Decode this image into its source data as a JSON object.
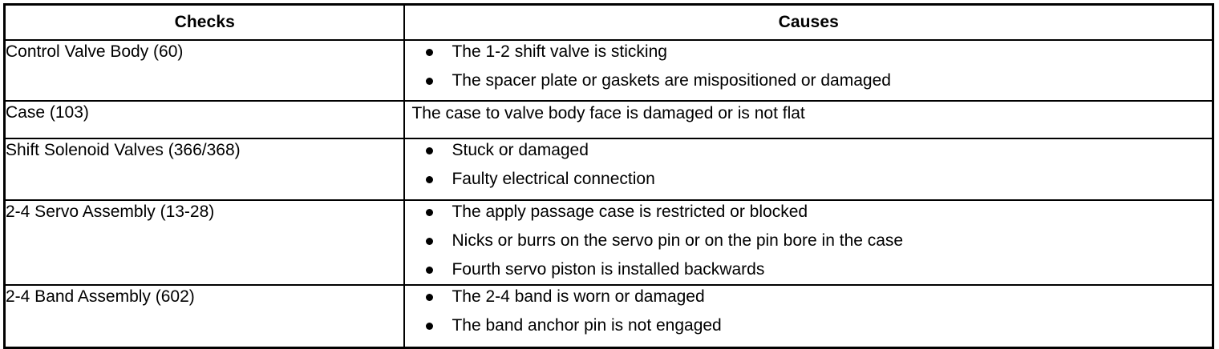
{
  "table": {
    "columns": [
      {
        "key": "checks",
        "header": "Checks",
        "align": "center"
      },
      {
        "key": "causes",
        "header": "Causes",
        "align": "center"
      }
    ],
    "border_color": "#000000",
    "background_color": "#ffffff",
    "text_color": "#000000",
    "bullet_glyph": "•",
    "rows": [
      {
        "check": "Control Valve Body (60)",
        "causes_type": "bullets",
        "causes": [
          "The 1-2 shift valve is sticking",
          "The spacer plate or gaskets are mispositioned or damaged"
        ]
      },
      {
        "check": "Case (103)",
        "causes_type": "plain",
        "causes": [
          "The case to valve body face is damaged or is not flat"
        ]
      },
      {
        "check": "Shift Solenoid Valves (366/368)",
        "causes_type": "bullets",
        "causes": [
          "Stuck or damaged",
          "Faulty electrical connection"
        ]
      },
      {
        "check": "2-4 Servo Assembly (13-28)",
        "causes_type": "bullets",
        "causes": [
          "The apply passage case is restricted or blocked",
          "Nicks or burrs on the servo pin or on the pin bore in the case",
          "Fourth servo piston is installed backwards"
        ]
      },
      {
        "check": "2-4 Band Assembly (602)",
        "causes_type": "bullets",
        "causes": [
          "The 2-4 band is worn or damaged",
          "The band anchor pin is not engaged"
        ]
      }
    ]
  }
}
